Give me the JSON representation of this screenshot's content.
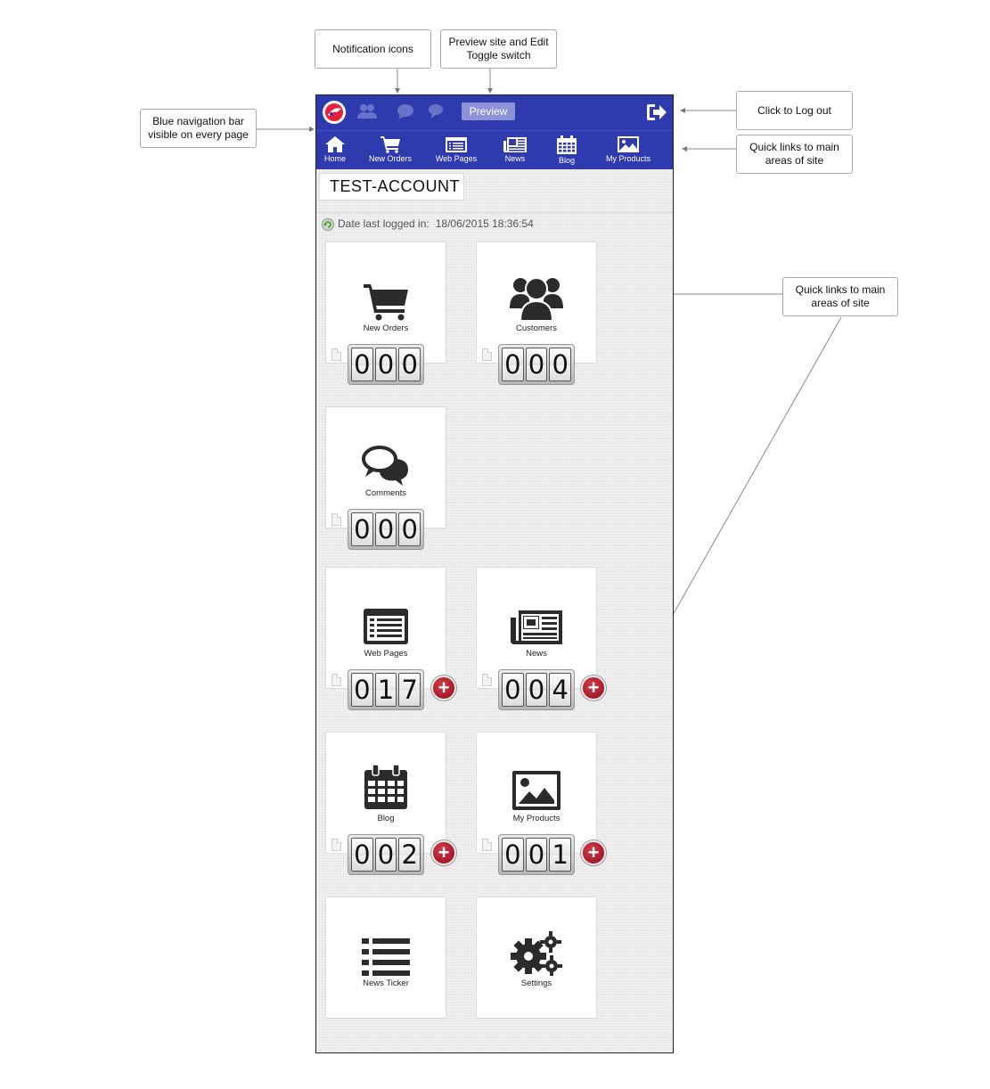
{
  "callouts": {
    "notification_icons": "Notification icons",
    "preview_toggle": "Preview site and Edit Toggle switch",
    "blue_nav_bar": "Blue navigation bar visible on every page",
    "log_out": "Click to Log out",
    "quick_links_nav": "Quick links to main areas of site",
    "quick_links_tiles": "Quick links to main areas of site"
  },
  "topbar": {
    "preview_label": "Preview",
    "logo_icon": "site-logo-icon",
    "notification_icons": [
      "users-icon",
      "chat-bubbles-icon",
      "speech-bubble-icon"
    ],
    "logout_icon": "logout-arrow-icon"
  },
  "nav": {
    "items": [
      {
        "label": "Home",
        "icon": "home-icon"
      },
      {
        "label": "New Orders",
        "icon": "cart-icon"
      },
      {
        "label": "Web Pages",
        "icon": "web-page-icon"
      },
      {
        "label": "News",
        "icon": "newspaper-icon"
      },
      {
        "label": "Blog",
        "icon": "calendar-icon"
      },
      {
        "label": "My Products",
        "icon": "image-icon"
      }
    ]
  },
  "account": {
    "name": "TEST-ACCOUNT",
    "last_login_label": "Date last logged in:",
    "last_login_value": "18/06/2015 18:36:54"
  },
  "tiles": [
    {
      "label": "New Orders",
      "icon": "cart-icon",
      "counter": [
        "0",
        "0",
        "0"
      ]
    },
    {
      "label": "Customers",
      "icon": "customers-icon",
      "counter": [
        "0",
        "0",
        "0"
      ]
    },
    {
      "label": "Comments",
      "icon": "comments-icon",
      "counter": [
        "0",
        "0",
        "0"
      ]
    },
    {
      "label": "Web Pages",
      "icon": "web-page-icon",
      "counter": [
        "0",
        "1",
        "7"
      ]
    },
    {
      "label": "News",
      "icon": "newspaper-icon",
      "counter": [
        "0",
        "0",
        "4"
      ]
    },
    {
      "label": "Blog",
      "icon": "calendar-icon",
      "counter": [
        "0",
        "0",
        "2"
      ]
    },
    {
      "label": "My Products",
      "icon": "image-icon",
      "counter": [
        "0",
        "0",
        "1"
      ]
    },
    {
      "label": "News Ticker",
      "icon": "list-icon"
    },
    {
      "label": "Settings",
      "icon": "gears-icon"
    }
  ],
  "colors": {
    "nav_blue": "#2f3aae",
    "preview_button": "#8d92d8",
    "add_button_red": "#b01d2c",
    "icon_dark": "#2b2b2b"
  }
}
